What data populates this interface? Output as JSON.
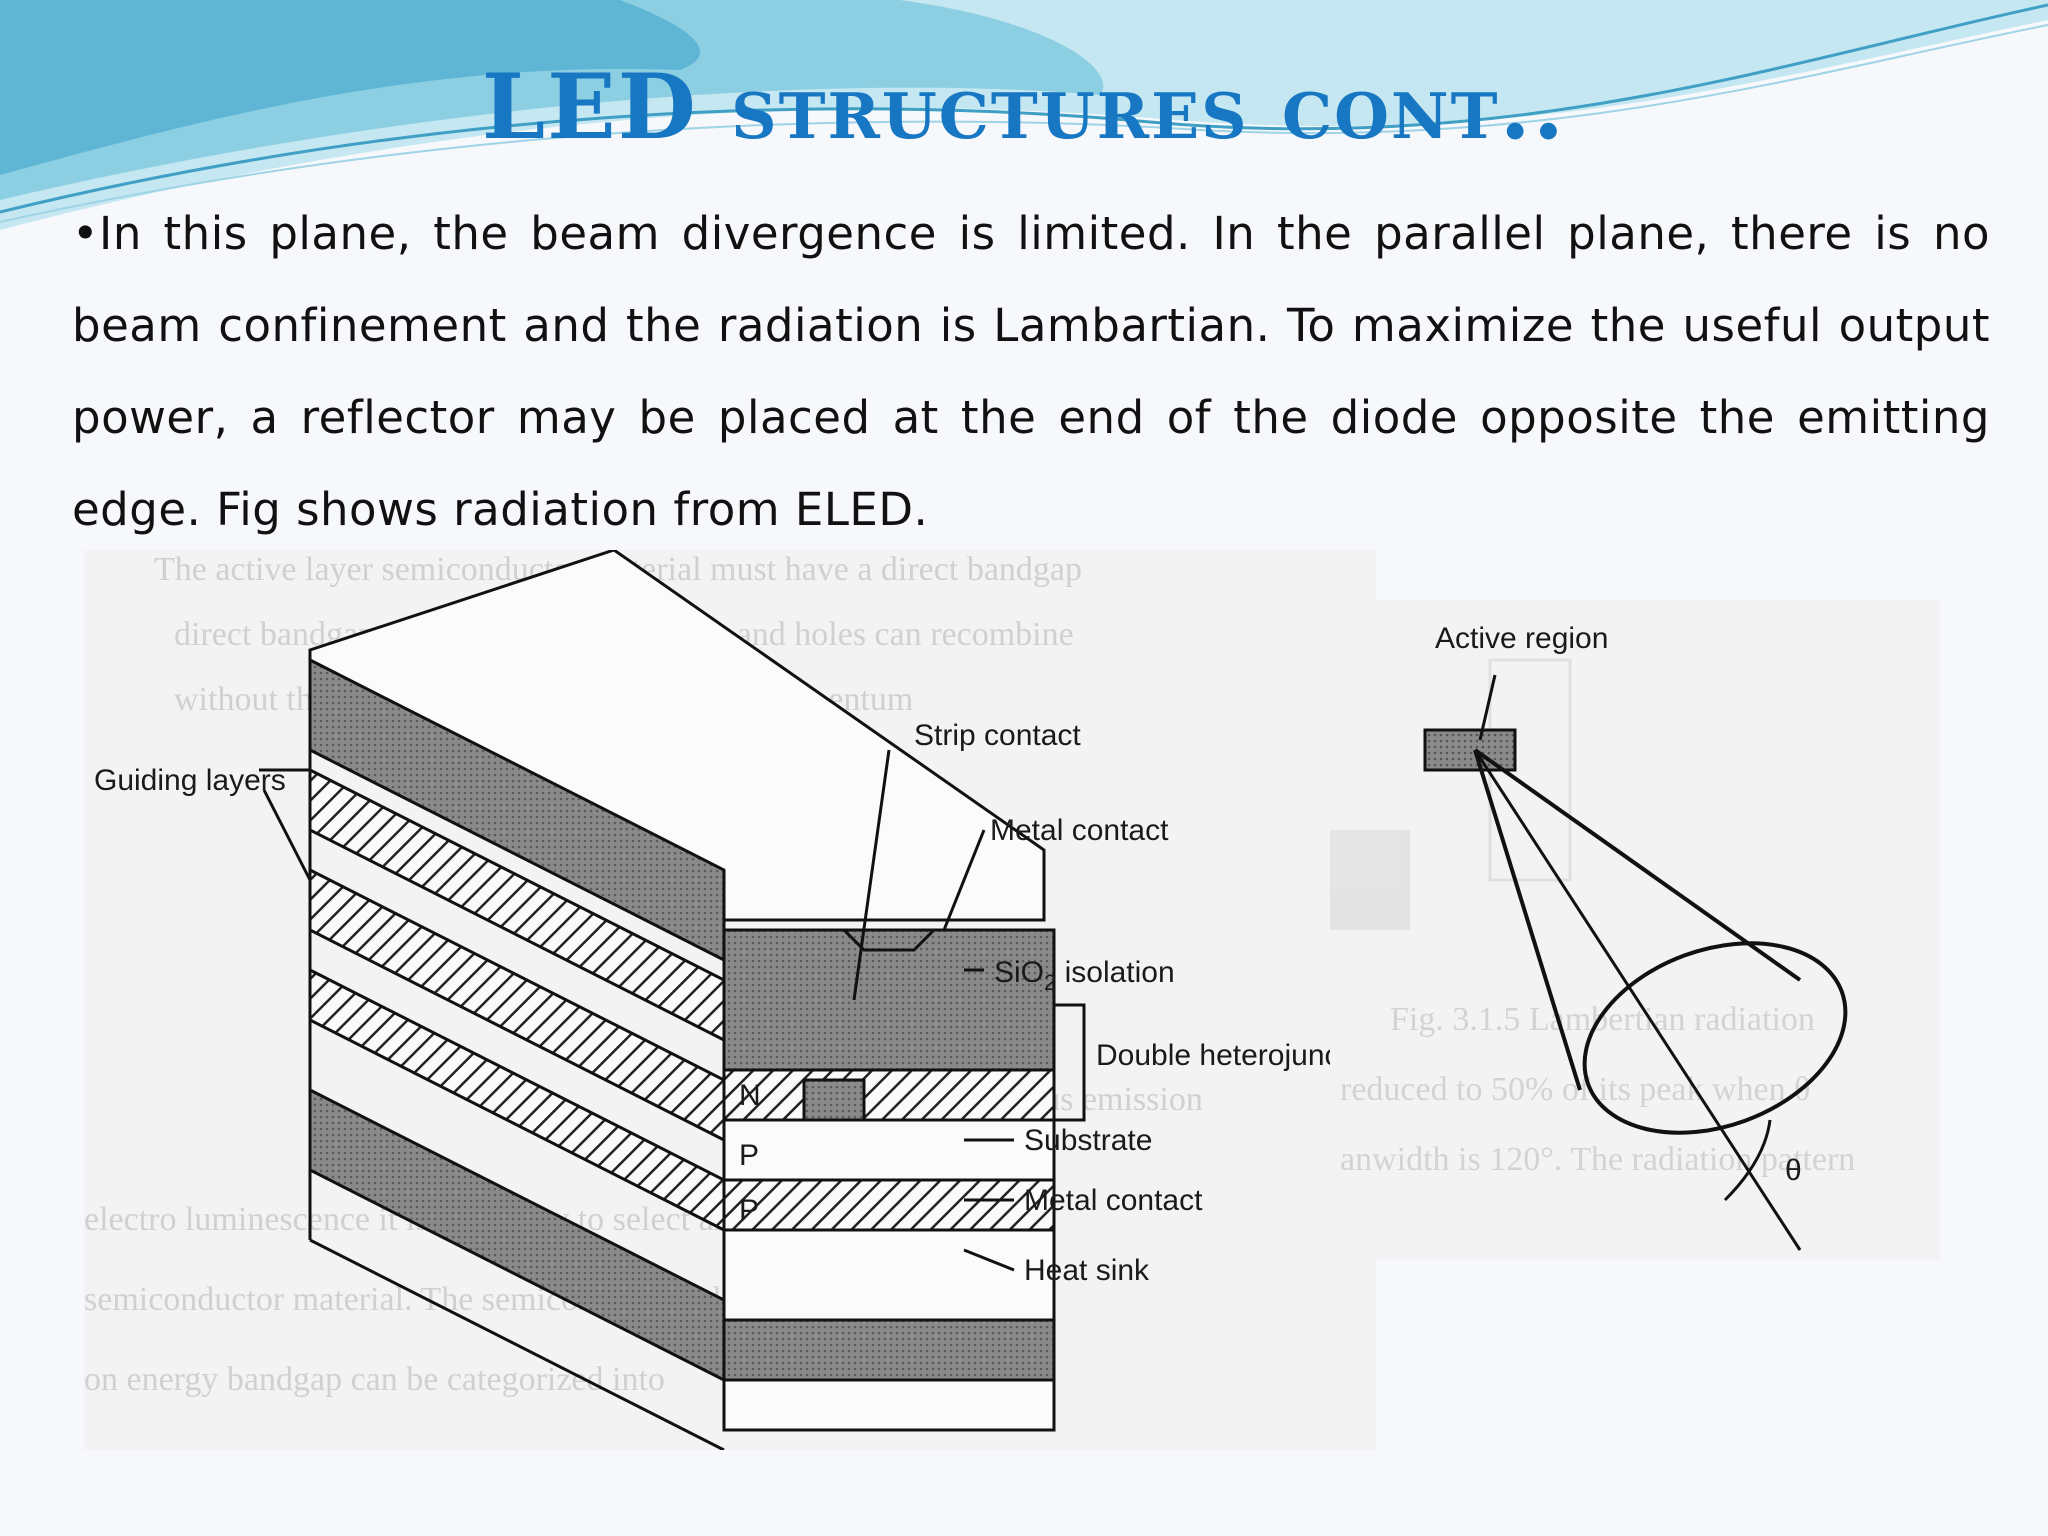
{
  "slide": {
    "title": "LED structures cont..",
    "bullet": "•",
    "body": "In this plane, the beam divergence is limited. In the parallel plane, there is no beam confinement and the radiation is Lambartian. To maximize the useful output power, a reflector may be placed at the end of the diode opposite the emitting edge. Fig shows radiation from ELED."
  },
  "figure_left": {
    "labels": {
      "guiding_layers": "Guiding layers",
      "strip_contact": "Strip contact",
      "metal_contact_top": "Metal contact",
      "sio2_isolation_prefix": "SiO",
      "sio2_subscript": "2",
      "sio2_isolation_suffix": " isolation",
      "double_heterojunction": "Double heterojunction layers",
      "substrate": "Substrate",
      "metal_contact_bottom": "Metal contact",
      "heat_sink": "Heat sink",
      "layer_n": "N",
      "layer_p1": "P",
      "layer_p2": "P"
    }
  },
  "figure_right": {
    "labels": {
      "active_region": "Active region",
      "theta": "θ"
    }
  },
  "colors": {
    "title": "#1777c2",
    "wave_dark": "#5fb6d4",
    "wave_light": "#c4e7f1"
  }
}
